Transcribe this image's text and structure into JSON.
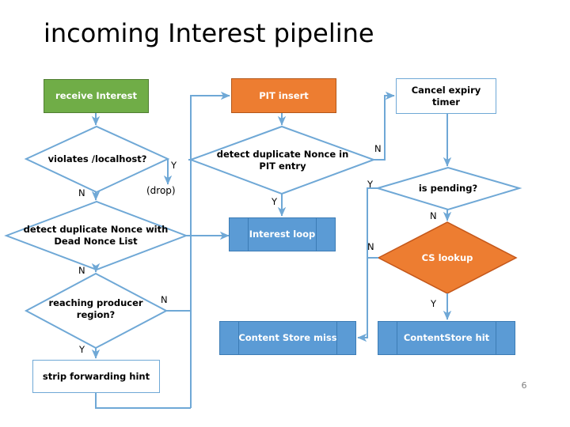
{
  "slide": {
    "title": "incoming Interest pipeline",
    "page_number": "6",
    "background": "#FFFFFF"
  },
  "colors": {
    "green_fill": "#70AD47",
    "orange_fill": "#ED7D31",
    "blue_fill": "#5B9BD5",
    "connector": "#6FA8D6",
    "diamond_stroke": "#6FA8D6",
    "text_dark": "#000000",
    "text_light": "#FFFFFF",
    "page_number": "#7F7F7F"
  },
  "nodes": {
    "receive_interest": {
      "label": "receive Interest",
      "shape": "rectangle",
      "fill": "#70AD47"
    },
    "pit_insert": {
      "label": "PIT insert",
      "shape": "rectangle",
      "fill": "#ED7D31"
    },
    "cancel_expiry_timer": {
      "label": "Cancel expiry timer",
      "shape": "rectangle",
      "fill": "#FFFFFF"
    },
    "violates_localhost": {
      "label": "violates /localhost?",
      "shape": "diamond",
      "fill": "#FFFFFF"
    },
    "detect_dup_nonce_pit": {
      "label": "detect duplicate Nonce in PIT entry",
      "shape": "diamond",
      "fill": "#FFFFFF"
    },
    "is_pending": {
      "label": "is pending?",
      "shape": "diamond",
      "fill": "#FFFFFF"
    },
    "drop": {
      "label": "(drop)",
      "shape": "text"
    },
    "detect_dup_nonce_dnl": {
      "label": "detect duplicate Nonce with Dead Nonce List",
      "shape": "diamond",
      "fill": "#FFFFFF"
    },
    "interest_loop": {
      "label": "Interest loop",
      "shape": "predefined-process",
      "fill": "#5B9BD5"
    },
    "cs_lookup": {
      "label": "CS lookup",
      "shape": "diamond",
      "fill": "#ED7D31"
    },
    "reaching_producer_region": {
      "label": "reaching producer region?",
      "shape": "diamond",
      "fill": "#FFFFFF"
    },
    "content_store_miss": {
      "label": "Content Store miss",
      "shape": "predefined-process",
      "fill": "#5B9BD5"
    },
    "content_store_hit": {
      "label": "ContentStore hit",
      "shape": "predefined-process",
      "fill": "#5B9BD5"
    },
    "strip_forwarding_hint": {
      "label": "strip forwarding hint",
      "shape": "rectangle",
      "fill": "#FFFFFF"
    }
  },
  "edge_labels": {
    "violates_yes": "Y",
    "violates_no": "N",
    "dup_pit_no": "N",
    "dup_pit_yes": "Y",
    "dnl_no": "N",
    "is_pending_yes": "Y",
    "is_pending_no": "N",
    "cs_lookup_no": "N",
    "cs_lookup_yes": "Y",
    "producer_region_no": "N",
    "producer_region_yes": "Y"
  }
}
